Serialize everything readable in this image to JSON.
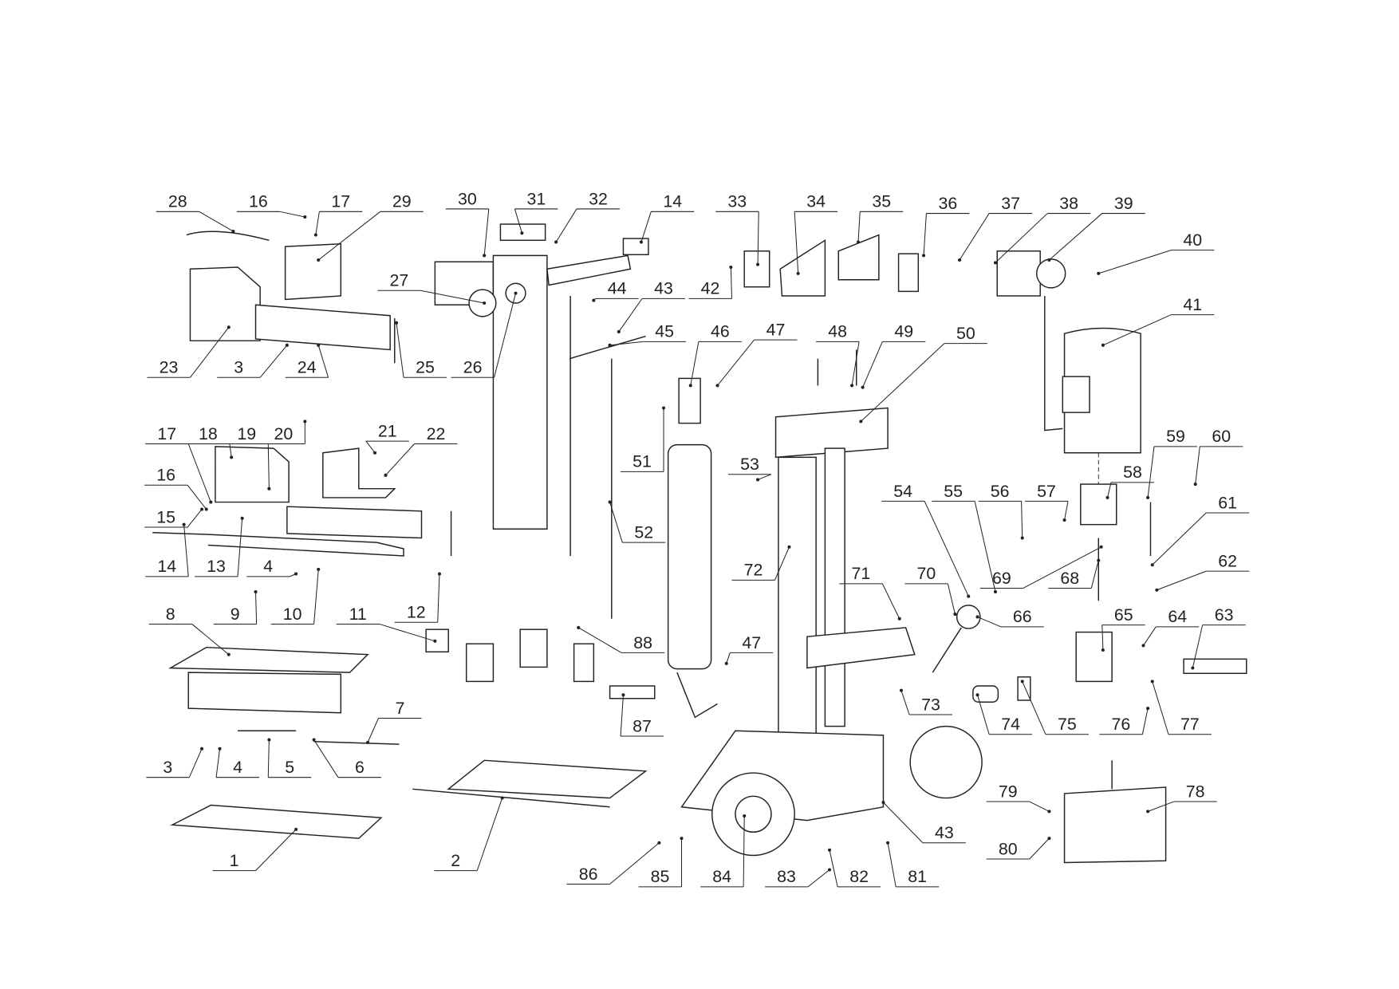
{
  "diagram": {
    "type": "exploded parts diagram",
    "callouts": [
      "28",
      "16",
      "17",
      "29",
      "30",
      "31",
      "32",
      "14",
      "33",
      "34",
      "35",
      "36",
      "37",
      "38",
      "39",
      "40",
      "41",
      "27",
      "26",
      "44",
      "43",
      "45",
      "23",
      "3",
      "24",
      "25",
      "46",
      "47",
      "48",
      "49",
      "50",
      "51",
      "53",
      "17",
      "18",
      "19",
      "20",
      "21",
      "22",
      "16",
      "15",
      "14",
      "13",
      "4",
      "9",
      "10",
      "12",
      "11",
      "8",
      "54",
      "55",
      "56",
      "57",
      "58",
      "59",
      "60",
      "61",
      "62",
      "69",
      "68",
      "52",
      "72",
      "71",
      "70",
      "66",
      "65",
      "64",
      "63",
      "88",
      "47",
      "73",
      "74",
      "75",
      "76",
      "77",
      "87",
      "7",
      "3",
      "4",
      "5",
      "6",
      "79",
      "78",
      "80",
      "43",
      "1",
      "2",
      "86",
      "85",
      "84",
      "83",
      "82",
      "81",
      "42"
    ]
  }
}
